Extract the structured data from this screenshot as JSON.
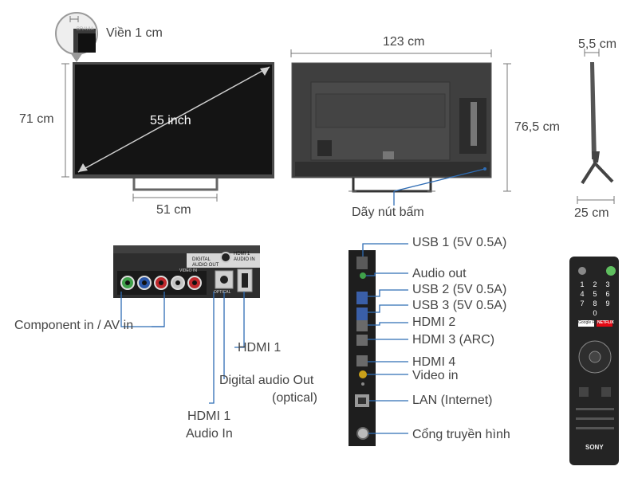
{
  "tv_front": {
    "bezel_label": "Viền 1 cm",
    "height_label": "71 cm",
    "diagonal_label": "55 inch",
    "stand_width_label": "51 cm",
    "bezel_logo": "BRAVIA"
  },
  "tv_back": {
    "width_label": "123 cm",
    "height_label": "76,5 cm",
    "button_label": "Dãy nút bấm"
  },
  "tv_side": {
    "depth_label": "5,5 cm",
    "stand_depth_label": "25 cm"
  },
  "rear_panel": {
    "component_label": "Component in / AV in",
    "hdmi1_label": "HDMI 1",
    "optical_label_1": "Digital audio Out",
    "optical_label_2": "(optical)",
    "hdmi_audio_label_1": "HDMI 1",
    "hdmi_audio_label_2": "Audio In",
    "panel_text_digital": "DIGITAL",
    "panel_text_audio_out": "AUDIO OUT",
    "panel_text_hdmi1": "HDMI 1",
    "panel_text_audio_in": "AUDIO IN",
    "panel_text_video_in": "VIDEO IN",
    "panel_text_optical": "OPTICAL"
  },
  "side_panel": {
    "ports": [
      "USB 1 (5V 0.5A)",
      "Audio out",
      "USB 2 (5V 0.5A)",
      "USB 3 (5V 0.5A)",
      "HDMI 2",
      "HDMI 3 (ARC)",
      "HDMI 4",
      "Video in",
      "LAN (Internet)",
      "Cổng truyền hình"
    ]
  },
  "remote": {
    "brand": "SONY",
    "google_play": "Google Play",
    "netflix": "NETFLIX",
    "keys": [
      "1",
      "2",
      "3",
      "4",
      "5",
      "6",
      "7",
      "8",
      "9",
      "0"
    ]
  },
  "colors": {
    "accent": "#2f6db5",
    "tv_dark": "#1b1b1b",
    "tv_frame": "#5a5a5a",
    "netflix": "#e50914"
  }
}
